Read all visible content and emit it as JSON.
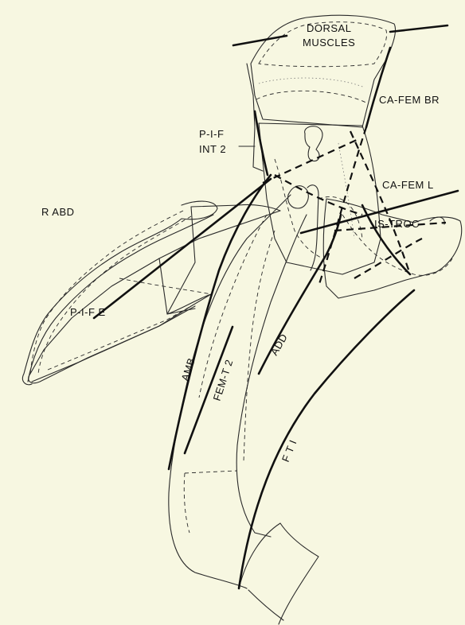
{
  "labels": {
    "dorsal_1": "DORSAL",
    "dorsal_2": "MUSCLES",
    "ca_fem_br": "CA-FEM BR",
    "p_i_f_1": "P-I-F",
    "p_i_f_2": "INT 2",
    "r_abd": "R ABD",
    "ca_fem_l": "CA-FEM L",
    "is_troc": "IS-TROC",
    "p_i_f_e": "P-I-F E",
    "amb": "AMB",
    "fem_t2": "FEM-T 2",
    "add": "ADD",
    "fti": "F T I"
  }
}
